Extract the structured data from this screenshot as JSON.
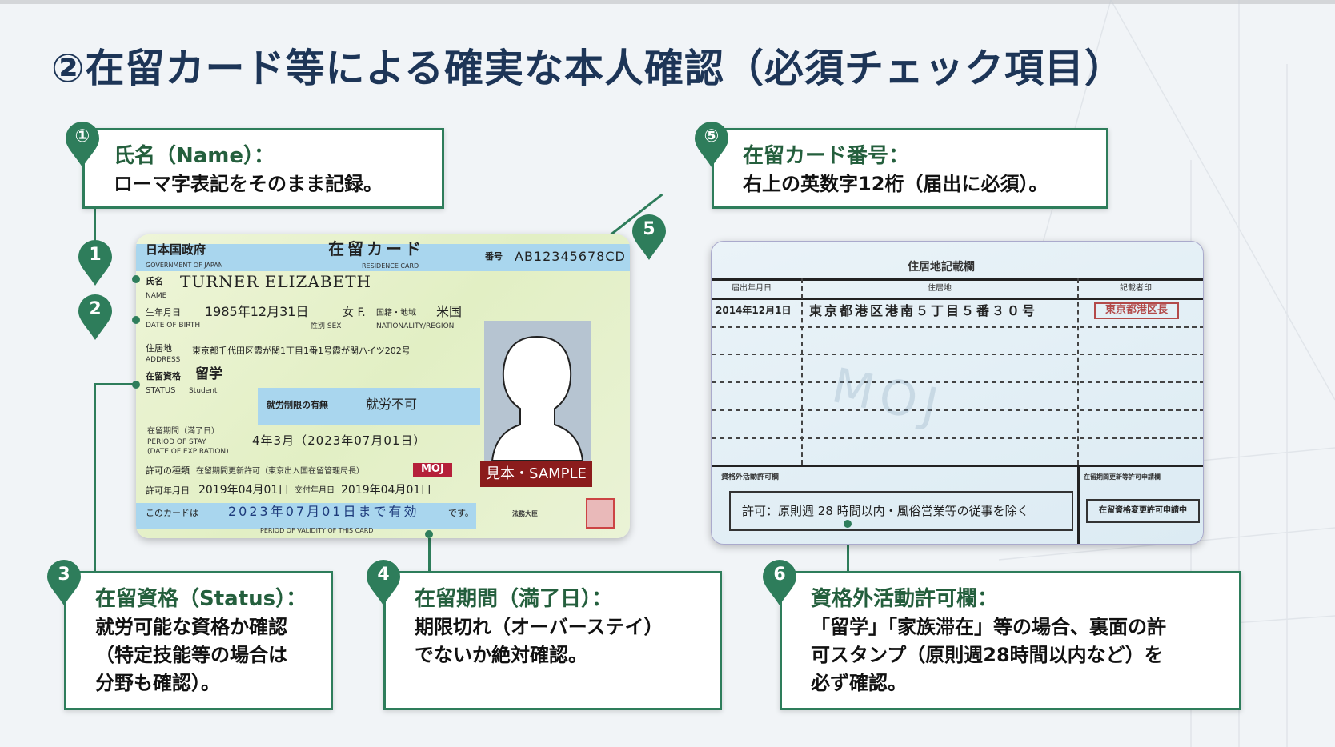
{
  "title": "②在留カード等による確実な本人確認（必須チェック項目）",
  "callouts": [
    {
      "num": "①",
      "heading": "氏名（Name）：",
      "body": [
        "ローマ字表記をそのまま記録。"
      ]
    },
    {
      "num": "⑤",
      "heading": "在留カード番号：",
      "body": [
        "右上の英数字12桁（届出に必須）。"
      ]
    },
    {
      "num": "3",
      "heading": "在留資格（Status）：",
      "body": [
        "就労可能な資格か確認",
        "（特定技能等の場合は",
        "分野も確認）。"
      ]
    },
    {
      "num": "4",
      "heading": "在留期間（満了日）：",
      "body": [
        "期限切れ（オーバーステイ）",
        "でないか絶対確認。"
      ]
    },
    {
      "num": "6",
      "heading": "資格外活動許可欄：",
      "body": [
        "「留学」「家族滞在」等の場合、裏面の許",
        "可スタンプ（原則週28時間以内など）を",
        "必ず確認。"
      ]
    }
  ],
  "markers": [
    "1",
    "2",
    "5"
  ],
  "card_front": {
    "gov": "日本国政府",
    "gov_en": "GOVERNMENT OF JAPAN",
    "card_title": "在留カード",
    "card_title_en": "RESIDENCE CARD",
    "number_label": "番号",
    "number": "AB12345678CD",
    "name_label": "氏名",
    "name_label_en": "NAME",
    "name": "TURNER ELIZABETH",
    "dob_label": "生年月日",
    "dob_label_en": "DATE OF BIRTH",
    "dob": "1985年12月31日",
    "sex_label": "性別 SEX",
    "sex": "女 F.",
    "nationality_label": "国籍・地域",
    "nationality_label_en": "NATIONALITY/REGION",
    "nationality": "米国",
    "address_label": "住居地",
    "address_label_en": "ADDRESS",
    "address": "東京都千代田区霞が関1丁目1番1号霞が関ハイツ202号",
    "status_label": "在留資格",
    "status_label_en": "STATUS",
    "status": "留学",
    "status_en": "Student",
    "work_label": "就労制限の有無",
    "work": "就労不可",
    "period_label": "在留期間（満了日）",
    "period_label_en": "PERIOD OF STAY",
    "period_label_en2": "(DATE OF EXPIRATION)",
    "period": "4年3月（2023年07月01日）",
    "permit_label": "許可の種類",
    "permit": "在留期間更新許可（東京出入国在留管理局長）",
    "moj": "MOJ",
    "permit_date_label": "許可年月日",
    "permit_date": "2019年04月01日",
    "issue_label": "交付年月日",
    "issue_date": "2019年04月01日",
    "validity_prefix": "このカードは",
    "validity": "2023年07月01日まで有効",
    "validity_suffix": "です。",
    "validity_en": "PERIOD OF VALIDITY OF THIS CARD",
    "issuer": "法務大臣",
    "sample": "見本・SAMPLE"
  },
  "card_back": {
    "section_title": "住居地記載欄",
    "col_date": "届出年月日",
    "col_address": "住居地",
    "col_stamp": "記載者印",
    "row_date": "2014年12月1日",
    "row_address": "東京都港区港南５丁目５番３０号",
    "row_stamp": "東京都港区長",
    "permit_label": "資格外活動許可欄",
    "permit": "許可：原則週 28 時間以内・風俗営業等の従事を除く",
    "apply_label": "在留期間更新等許可申請欄",
    "apply": "在留資格変更許可申請中",
    "watermark": "MOJ"
  },
  "colors": {
    "accent": "#2e7d5b",
    "title": "#1d3557",
    "heading": "#245f3d"
  }
}
